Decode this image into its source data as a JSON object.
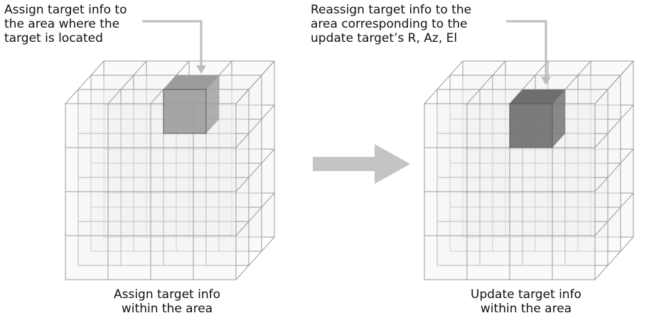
{
  "left_panel": {
    "callout_lines": [
      "Assign target info to",
      "the area where the",
      "target is located"
    ],
    "caption_lines": [
      "Assign target info",
      "within the area"
    ]
  },
  "right_panel": {
    "callout_lines": [
      "Reassign target info to the",
      "area corresponding to the",
      "update target’s R, Az, El"
    ],
    "caption_lines": [
      "Update target info",
      "within the area"
    ]
  },
  "colors": {
    "grid_line": "#9a9a9a",
    "face_fill": "#f2f2f2",
    "highlight_light": "#9c9c9c",
    "highlight_dark": "#6e6e6e",
    "arrow": "#c4c4c4"
  }
}
